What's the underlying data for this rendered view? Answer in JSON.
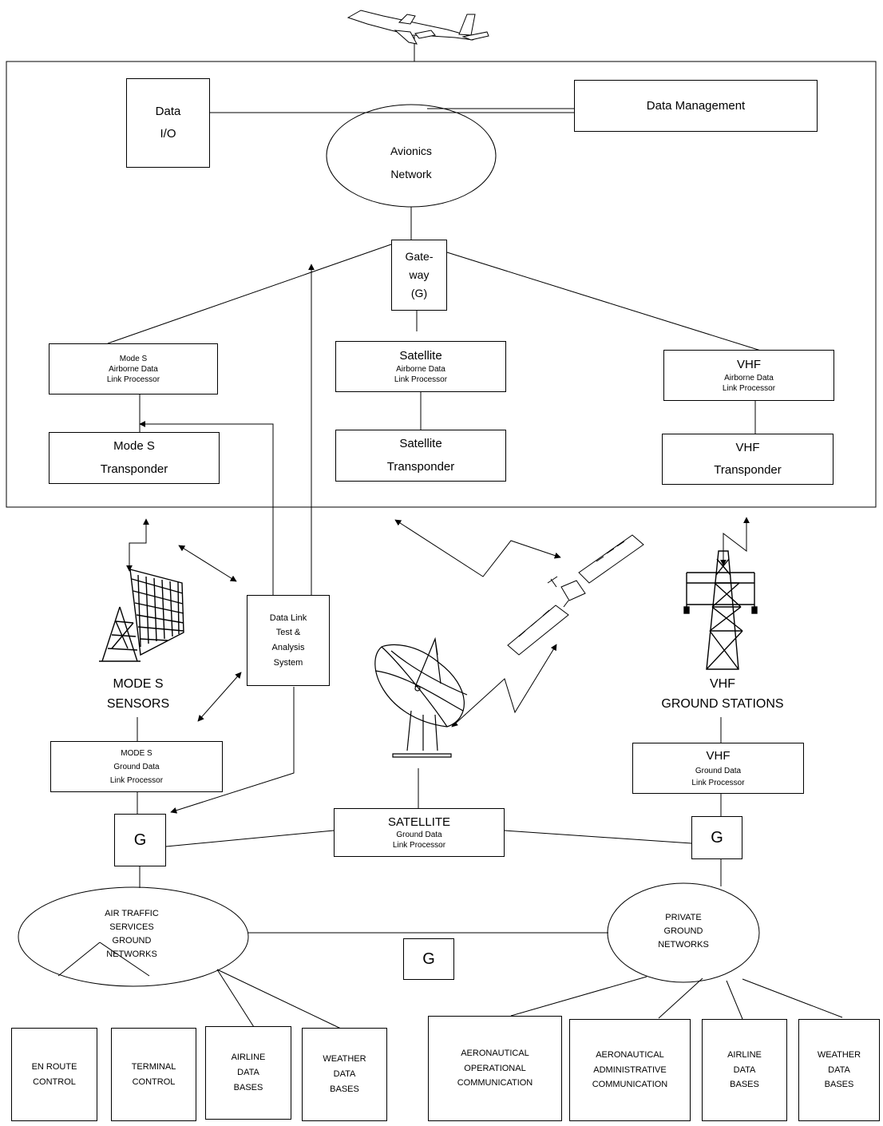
{
  "airborne": {
    "data_io": [
      "Data",
      "I/O"
    ],
    "data_management": "Data Management",
    "avionics_network": [
      "Avionics",
      "Network"
    ],
    "gateway": [
      "Gate-",
      "way",
      "(G)"
    ],
    "mode_s_processor": [
      "Mode S",
      "Airborne Data",
      "Link Processor"
    ],
    "satellite_processor": [
      "Satellite",
      "Airborne Data",
      "Link Processor"
    ],
    "vhf_processor": [
      "VHF",
      "Airborne Data",
      "Link Processor"
    ],
    "mode_s_transponder": [
      "Mode S",
      "Transponder"
    ],
    "satellite_transponder": [
      "Satellite",
      "Transponder"
    ],
    "vhf_transponder": [
      "VHF",
      "Transponder"
    ]
  },
  "ground": {
    "mode_s_sensors": [
      "MODE S",
      "SENSORS"
    ],
    "vhf_stations": [
      "VHF",
      "GROUND STATIONS"
    ],
    "test_system": [
      "Data Link",
      "Test &",
      "Analysis",
      "System"
    ],
    "mode_s_ground_processor": [
      "MODE S",
      "Ground Data",
      "Link Processor"
    ],
    "satellite_ground_processor": [
      "SATELLITE",
      "Ground Data",
      "Link Processor"
    ],
    "vhf_ground_processor": [
      "VHF",
      "Ground Data",
      "Link Processor"
    ],
    "gateway_label": "G",
    "ats_networks": [
      "AIR TRAFFIC",
      "SERVICES",
      "GROUND",
      "NETWORKS"
    ],
    "private_networks": [
      "PRIVATE",
      "GROUND",
      "NETWORKS"
    ]
  },
  "endpoints": {
    "en_route": [
      "EN ROUTE",
      "CONTROL"
    ],
    "terminal": [
      "TERMINAL",
      "CONTROL"
    ],
    "airline_db_left": [
      "AIRLINE",
      "DATA",
      "BASES"
    ],
    "weather_db_left": [
      "WEATHER",
      "DATA",
      "BASES"
    ],
    "aero_operational": [
      "AERONAUTICAL",
      "OPERATIONAL",
      "COMMUNICATION"
    ],
    "aero_administrative": [
      "AERONAUTICAL",
      "ADMINISTRATIVE",
      "COMMUNICATION"
    ],
    "airline_db_right": [
      "AIRLINE",
      "DATA",
      "BASES"
    ],
    "weather_db_right": [
      "WEATHER",
      "DATA",
      "BASES"
    ]
  }
}
